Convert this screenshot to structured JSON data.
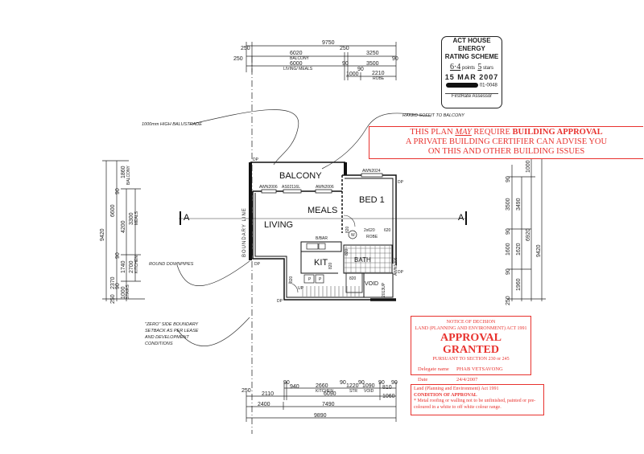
{
  "energy_stamp": {
    "title_line1": "ACT HOUSE ENERGY",
    "title_line2": "RATING SCHEME",
    "points_value": "6·4",
    "points_label": "points",
    "stars_value": "5",
    "stars_label": "stars",
    "date": "15 MAR 2007",
    "ref": "01-0048",
    "assessor_label": "FirstRate Assessor"
  },
  "plan_notice": {
    "line1_prefix": "THIS PLAN ",
    "line1_may": "MAY",
    "line1_mid": " REQUIRE ",
    "line1_bold": "BUILDING APPROVAL",
    "line2": "A PRIVATE BUILDING CERTIFIER CAN ADVISE YOU",
    "line3": "ON THIS AND OTHER BUILDING ISSUES"
  },
  "decision": {
    "heading": "NOTICE OF DECISION",
    "act": "LAND (PLANNING AND ENVIRONMENT) ACT 1991",
    "status": "APPROVAL GRANTED",
    "pursuant": "PURSUANT TO SECTION 230 or 245",
    "delegate_label": "Delegate name",
    "delegate_value": "PHAB VETSAVONG",
    "date_label": "Date",
    "date_value": "24/4/2007"
  },
  "condition": {
    "act": "Land (Planning and Environment) Act 1991",
    "title": "CONDITION OF APPROVAL",
    "text": "* Metal roofing or walling not to be unfinished, painted or pre-coloured in a white to off white colour range."
  },
  "rooms": {
    "balcony": "BALCONY",
    "living": "LIVING",
    "meals": "MEALS",
    "kit": "KIT",
    "bed1": "BED 1",
    "bath": "BATH",
    "void": "VOID",
    "boundary": "BOUNDARY LINE"
  },
  "plan_labels": {
    "section_left": "A",
    "section_right": "A",
    "dp1": "DP",
    "dp2": "DP",
    "dp3": "DP",
    "dp4": "DP",
    "dp5": "DP",
    "win1": "AWN2006",
    "win2": "AS02116L",
    "win3": "AWN2006",
    "win4": "AWN2024",
    "bbar": "B/BAR",
    "robe": "ROBE",
    "robe_dim1": "2x620",
    "robe_dim2": "620",
    "up": "UP",
    "p1": "P",
    "p2": "P",
    "door820a": "820",
    "door820b": "820",
    "door820c": "820",
    "door820d": "820",
    "door820e": "820",
    "win5": "AWN1206",
    "win6": "2013UP",
    "w_marker": "W"
  },
  "annotations": {
    "balustrade": "1000mm HIGH BALUSTRADE",
    "soffit": "RAKED SOFFIT TO BALCONY",
    "downpipes": "ROUND DOWNPIPES",
    "zero_setback_1": "\"ZERO\" SIDE BOUNDARY",
    "zero_setback_2": "SETBACK AS PER LEASE",
    "zero_setback_3": "AND DEVELOPMENT",
    "zero_setback_4": "CONDITIONS"
  },
  "dims_top": {
    "overall": "9750",
    "l250a": "250",
    "l250b": "250",
    "l250c": "250",
    "d6020": "6020",
    "balcony": "BALCONY",
    "d3250": "3250",
    "d90a": "90",
    "d6000": "6000",
    "living_meals": "LIVING/ MEALS",
    "d90b": "90",
    "d3500": "3500",
    "d90c": "90",
    "d1000": "1000",
    "d2210": "2210",
    "robe": "ROBE"
  },
  "dims_bottom": {
    "d90a": "90",
    "d940": "940",
    "d2660": "2660",
    "kitchen": "KITCHEN",
    "d90b": "90",
    "d1220": "1220",
    "stair": "STR",
    "d90c": "90",
    "d1090": "1090",
    "void": "VOID",
    "d90d": "90",
    "d810": "810",
    "d90e": "90",
    "d250": "250",
    "d2110": "2110",
    "d6090": "6090",
    "d1060": "1060",
    "d2400": "2400",
    "d7490": "7490",
    "overall": "9890"
  },
  "dims_left": {
    "overall": "9420",
    "d6600": "6600",
    "d1860": "1860",
    "balcony": "BALCONY",
    "d90a": "90",
    "d4200": "4200",
    "d3300": "3300",
    "meals": "MEALS",
    "d90b": "90",
    "d1740": "1740",
    "d2700": "2700",
    "kitchen": "KITCHEN",
    "d2370": "2370",
    "d90c": "90",
    "d1000": "1000",
    "stairs": "STAIRS",
    "d250": "250"
  },
  "dims_right": {
    "overall": "9420",
    "d1000": "1000",
    "d90a": "90",
    "d3500": "3500",
    "d3490": "3490",
    "d6920": "6920",
    "d90b": "90",
    "d1600": "1600",
    "d1620": "1620",
    "d90c": "90",
    "d1960": "1960",
    "d250": "250"
  }
}
